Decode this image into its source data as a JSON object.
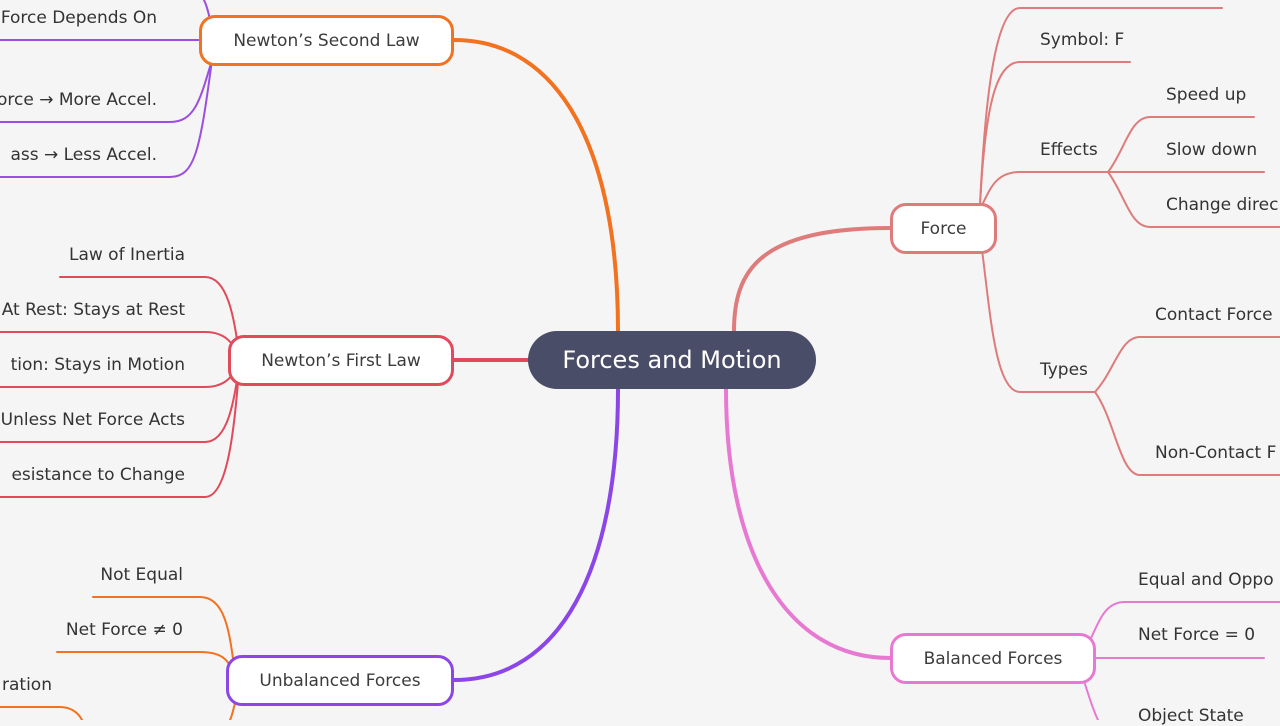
{
  "central_topic": "Forces and Motion",
  "colors": {
    "background": "#f5f5f5",
    "center_fill": "#4a4d68",
    "second_law": "#f27220",
    "second_law_children": "#9b4ee0",
    "first_law": "#e04a5a",
    "unbalanced": "#8c46e8",
    "unbalanced_children": "#f27220",
    "force": "#de7b7b",
    "balanced": "#e879d2"
  },
  "branches": {
    "second_law": {
      "label": "Newton’s Second Law",
      "children": [
        "Force Depends On",
        "orce → More Accel.",
        "ass → Less Accel."
      ]
    },
    "first_law": {
      "label": "Newton’s First Law",
      "children": [
        "Law of Inertia",
        "At Rest: Stays at Rest",
        "tion: Stays in Motion",
        "Unless Net Force Acts",
        "esistance to Change"
      ]
    },
    "unbalanced": {
      "label": "Unbalanced Forces",
      "children": [
        "Not Equal",
        "Net Force ≠ 0",
        "ration"
      ]
    },
    "force": {
      "label": "Force",
      "symbol": "Symbol: F",
      "effects": {
        "label": "Effects",
        "children": [
          "Speed up",
          "Slow down",
          "Change direc"
        ]
      },
      "types": {
        "label": "Types",
        "children": [
          "Contact Force",
          "Non-Contact F"
        ]
      }
    },
    "balanced": {
      "label": "Balanced Forces",
      "children": [
        "Equal and Oppo",
        "Net Force = 0",
        "Object State"
      ]
    }
  }
}
